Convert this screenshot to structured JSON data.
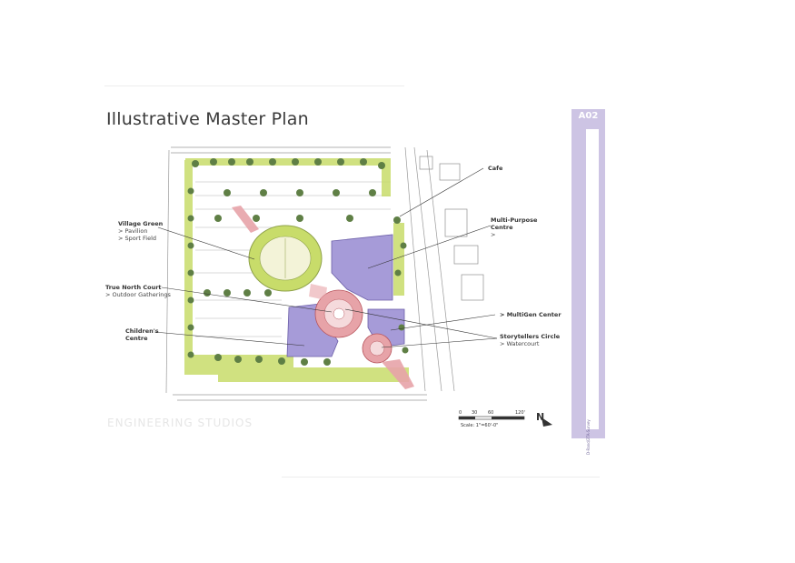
{
  "sheet": {
    "title": "Illustrative Master Plan",
    "sheet_code": "A02",
    "firm_name": "ENGINEERING STUDIOS",
    "panel_text": "D-Rand/2TA-Survey"
  },
  "callouts": {
    "village_green": {
      "title": "Village Green",
      "items": [
        "> Pavilion",
        "> Sport Field"
      ]
    },
    "true_north_court": {
      "title": "True North Court",
      "items": [
        "> Outdoor Gatherings"
      ]
    },
    "childrens_centre": {
      "title": "Children's",
      "line2": "Centre"
    },
    "cafe": {
      "title": "Cafe"
    },
    "multi_purpose": {
      "title": "Multi-Purpose",
      "line2": "Centre",
      "line3": ">"
    },
    "multigen": {
      "title": "> MultiGen Center"
    },
    "storytellers": {
      "title": "Storytellers Circle",
      "items": [
        "> Watercourt"
      ]
    }
  },
  "scale": {
    "ticks": [
      "0",
      "30",
      "60",
      "120'"
    ],
    "text": "Scale: 1\"=60'-0\""
  },
  "north": {
    "label": "N"
  },
  "colors": {
    "building": "#a69bd8",
    "green": "#c8dc6a",
    "plaza": "#e7a3a8",
    "tree": "#5f7f45",
    "panel": "#cdc4e4"
  }
}
